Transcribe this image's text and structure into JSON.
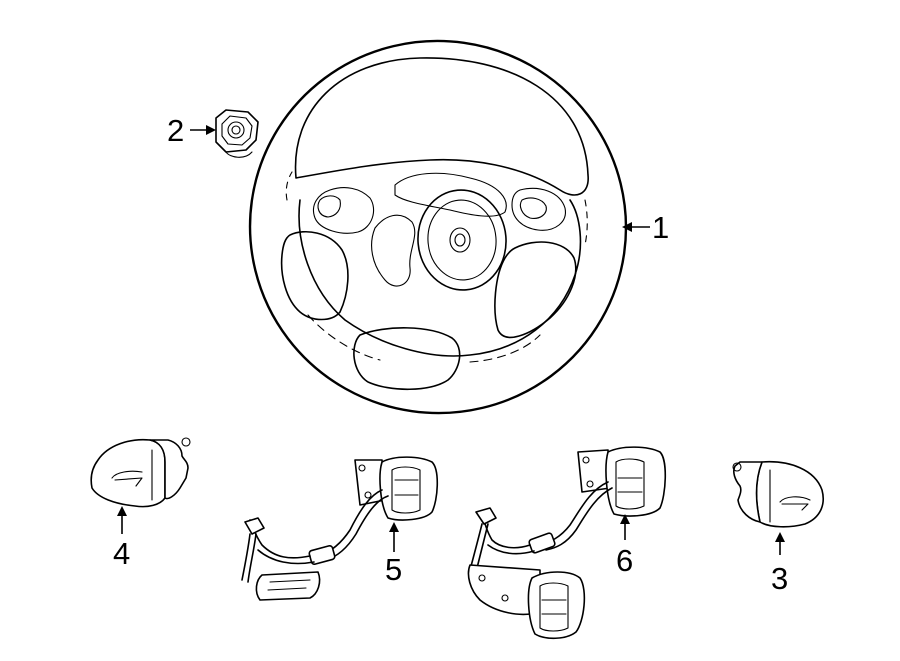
{
  "callouts": [
    {
      "id": "1",
      "label": "1"
    },
    {
      "id": "2",
      "label": "2"
    },
    {
      "id": "3",
      "label": "3"
    },
    {
      "id": "4",
      "label": "4"
    },
    {
      "id": "5",
      "label": "5"
    },
    {
      "id": "6",
      "label": "6"
    }
  ],
  "parts": {
    "steering_wheel": "steering-wheel",
    "nut": "hex-nut",
    "right_switch_cover": "switch-cover-right",
    "left_switch_cover": "switch-cover-left",
    "switch_assembly_a": "switch-assembly-with-harness",
    "switch_assembly_b": "switch-assembly-dual-with-harness"
  }
}
